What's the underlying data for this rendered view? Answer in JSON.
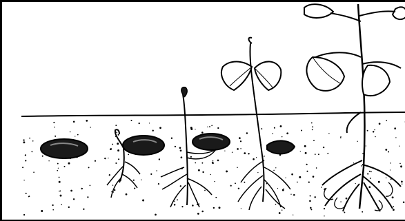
{
  "figure": {
    "subject": "bean-seed-germination",
    "stages": [
      {
        "id": "stage-1-seed",
        "icon": "seed-icon"
      },
      {
        "id": "stage-2-radicle",
        "icon": "sprouting-seed-icon"
      },
      {
        "id": "stage-3-hypocotyl-hook",
        "icon": "hooked-sprout-icon"
      },
      {
        "id": "stage-4-first-leaves",
        "icon": "seedling-icon"
      },
      {
        "id": "stage-5-young-plant",
        "icon": "plant-icon"
      }
    ],
    "colors": {
      "ink": "#000000",
      "background": "#ffffff",
      "seed": "#1a1a1a"
    }
  }
}
